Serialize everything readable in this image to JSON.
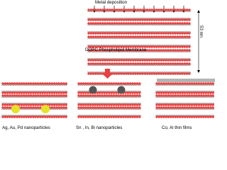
{
  "labels": {
    "metal_deposition": "Metal deposition",
    "membrane": "DOPC Phospholipid Membrane",
    "thickness": "53 nm",
    "panel_a": "Ag, Au, Pd nanoparticles",
    "panel_b": "Sn , In, Bi nanoparticles",
    "panel_c": "Co, Al thin films"
  },
  "colors": {
    "headgroup": "#e8403f",
    "tail": "#1a1a1a",
    "nanoparticle_noble": "#e3e32a",
    "nanoparticle_low_melt": "#555555",
    "thin_film": "#b4b4b4",
    "process_arrow": "#e8403f"
  }
}
